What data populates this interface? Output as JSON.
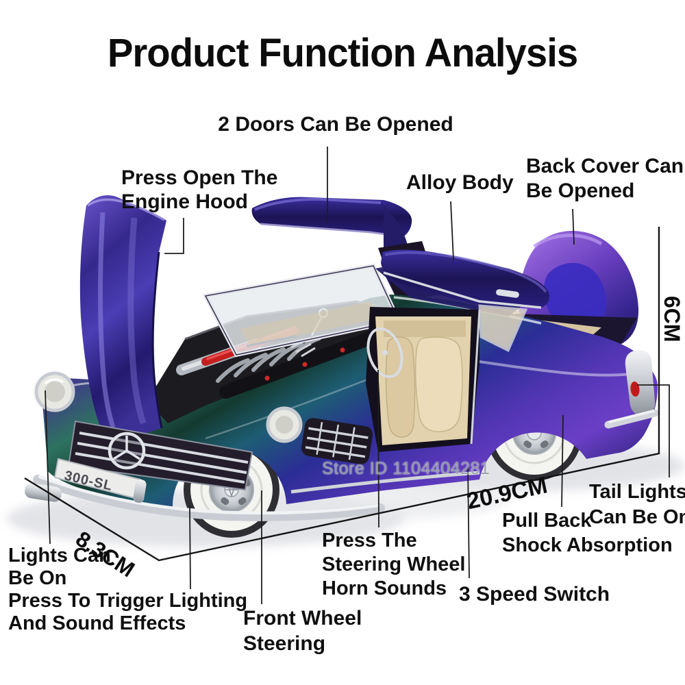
{
  "title": "Product Function Analysis",
  "watermark": "Store ID 1104404281",
  "license_plate": "300-SL",
  "callouts": {
    "doors": [
      "2 Doors Can Be Opened"
    ],
    "engine_hood": [
      "Press Open The",
      "Engine Hood"
    ],
    "alloy_body": [
      "Alloy Body"
    ],
    "back_cover": [
      "Back Cover Can",
      "Be Opened"
    ],
    "tail_lights": [
      "Tail Lights",
      "Can Be On"
    ],
    "pull_back": [
      "Pull Back",
      "Shock Absorption"
    ],
    "speed_switch": [
      "3 Speed Switch"
    ],
    "horn": [
      "Press The",
      "Steering Wheel",
      "Horn Sounds"
    ],
    "front_wheel": [
      "Front Wheel",
      "Steering"
    ],
    "front_lights": [
      "Lights Can",
      "Be On",
      "Press To Trigger Lighting",
      "And Sound Effects"
    ]
  },
  "dimensions": {
    "height": "6CM",
    "length": "20.9CM",
    "width": "8.3CM"
  },
  "colors": {
    "background": "#ffffff",
    "label_text": "#101010",
    "leader_line": "#1d1d1d",
    "body_purple": "#5a3ec0",
    "body_indigo": "#2b2d96",
    "body_teal": "#2e7260",
    "body_dark_green": "#143a30",
    "interior_cream": "#e6d6b4",
    "chrome": "#d8dce2",
    "tire_white": "#f4f4f0",
    "tail_light_red": "#c01818",
    "watermark_gray": "#8a929e"
  }
}
